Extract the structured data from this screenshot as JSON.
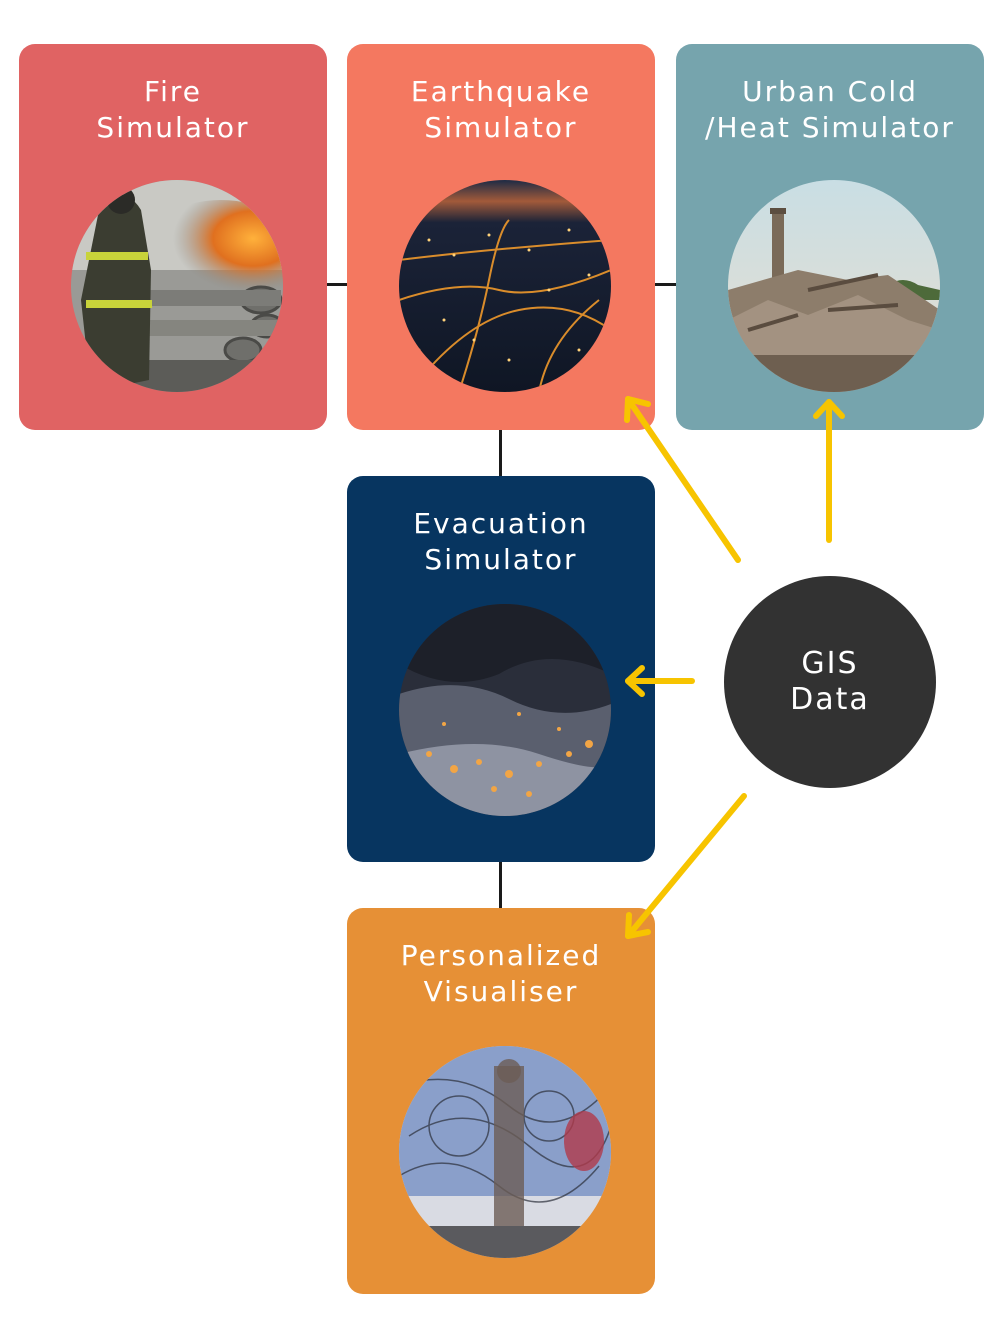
{
  "colors": {
    "fire": "#e06363",
    "earthquake": "#f47860",
    "urban": "#76a4ad",
    "evacuation": "#073560",
    "visualiser": "#e69036",
    "gis": "#323232",
    "arrow": "#f7c400",
    "connector": "#1a1a1a"
  },
  "cards": {
    "fire": {
      "line1": "Fire",
      "line2": "Simulator",
      "image": "firefighter-photo"
    },
    "earthquake": {
      "line1": "Earthquake",
      "line2": "Simulator",
      "image": "city-lights-photo"
    },
    "urban": {
      "line1": "Urban Cold",
      "line2": "/Heat Simulator",
      "image": "rubble-photo"
    },
    "evacuation": {
      "line1": "Evacuation",
      "line2": "Simulator",
      "image": "snowy-town-photo"
    },
    "visualiser": {
      "line1": "Personalized",
      "line2": "Visualiser",
      "image": "motion-blur-person-photo"
    }
  },
  "gis": {
    "line1": "GIS",
    "line2": "Data"
  }
}
